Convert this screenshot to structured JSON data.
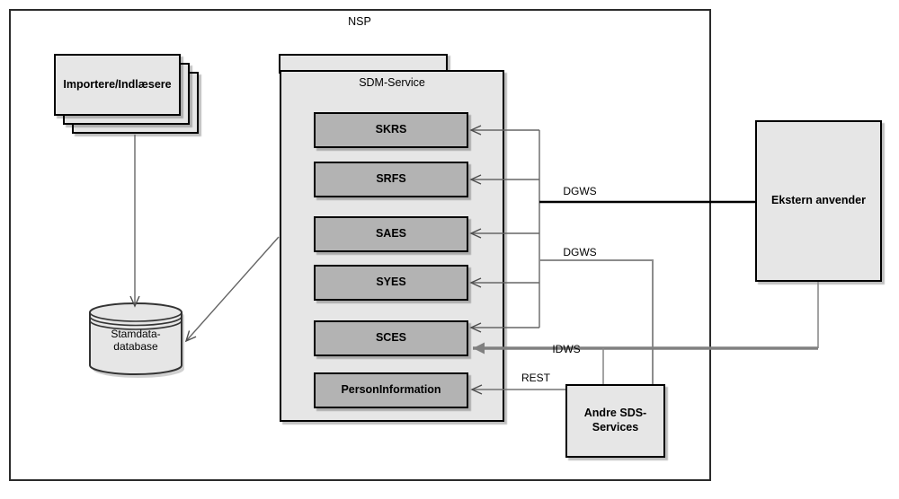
{
  "nsp": {
    "label": "NSP"
  },
  "importers": {
    "label": "Importere/Indlæsere"
  },
  "database": {
    "line1": "Stamdata-",
    "line2": "database"
  },
  "sdm": {
    "title": "SDM-Service",
    "services": [
      {
        "label": "SKRS"
      },
      {
        "label": "SRFS"
      },
      {
        "label": "SAES"
      },
      {
        "label": "SYES"
      },
      {
        "label": "SCES"
      },
      {
        "label": "PersonInformation"
      }
    ]
  },
  "external": {
    "label": "Ekstern anvender"
  },
  "other_sds": {
    "line1": "Andre SDS-",
    "line2": "Services"
  },
  "edges": {
    "dgws_external": "DGWS",
    "dgws_andre": "DGWS",
    "idws": "IDWS",
    "rest": "REST"
  },
  "connections": [
    {
      "from": "Importere/Indlæsere",
      "to": "Stamdata-database",
      "protocol": ""
    },
    {
      "from": "SDM-Service",
      "to": "Stamdata-database",
      "protocol": ""
    },
    {
      "from": "Ekstern anvender",
      "to": "SDM-Service (SKRS, SRFS, SAES, SYES, SCES)",
      "protocol": "DGWS"
    },
    {
      "from": "Andre SDS-Services",
      "to": "SDM-Service (SKRS, SRFS, SAES, SYES, SCES)",
      "protocol": "DGWS"
    },
    {
      "from": "Ekstern anvender",
      "to": "SCES",
      "protocol": "IDWS"
    },
    {
      "from": "Andre SDS-Services",
      "to": "SCES",
      "protocol": "IDWS"
    },
    {
      "from": "Andre SDS-Services",
      "to": "PersonInformation",
      "protocol": "REST"
    }
  ],
  "colors": {
    "background": "#ffffff",
    "node_fill": "#e6e6e6",
    "service_fill": "#b3b3b3",
    "node_border": "#000000",
    "boundary_border": "#2b2b2b",
    "line_gray": "#666666",
    "dgws_line": "#000000",
    "idws_line": "#808080"
  }
}
